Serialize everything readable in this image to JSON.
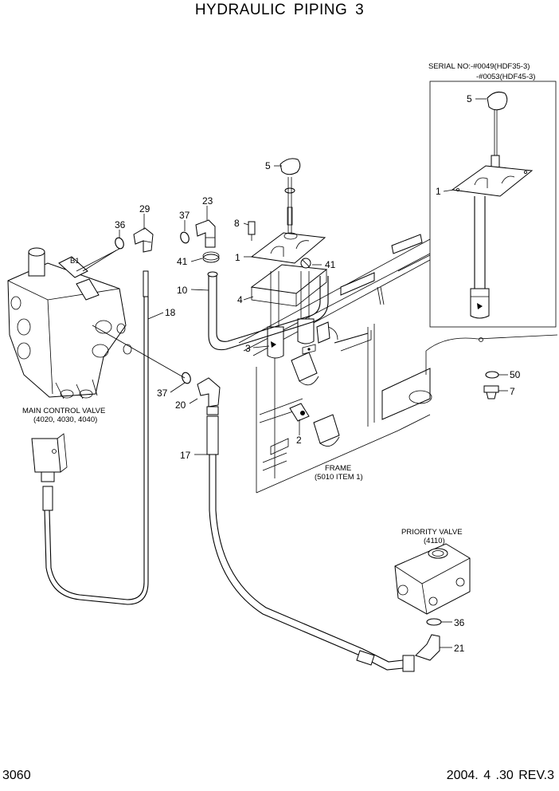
{
  "header": {
    "title": "HYDRAULIC  PIPING 3"
  },
  "footer": {
    "page_number": "3060",
    "revision": "2004. 4 .30 REV.3"
  },
  "inset": {
    "serial_line1": "SERIAL NO:-#0049(HDF35-3)",
    "serial_line2": "-#0053(HDF45-3)"
  },
  "captions": {
    "main_valve_1": "MAIN CONTROL VALVE",
    "main_valve_2": "(4020, 4030, 4040)",
    "frame_1": "FRAME",
    "frame_2": "(5010 ITEM 1)",
    "priority_1": "PRIORITY VALVE",
    "priority_2": "(4110)",
    "port_b1": "B1"
  },
  "callouts": {
    "p29": "29",
    "p36a": "36",
    "p23": "23",
    "p37a": "37",
    "p8": "8",
    "p5a": "5",
    "p5b": "5",
    "p1a": "1",
    "p1b": "1",
    "p41a": "41",
    "p41b": "41",
    "p10": "10",
    "p4": "4",
    "p3": "3",
    "p18": "18",
    "p37b": "37",
    "p20": "20",
    "p17": "17",
    "p2": "2",
    "p50": "50",
    "p7": "7",
    "p36b": "36",
    "p21": "21"
  }
}
